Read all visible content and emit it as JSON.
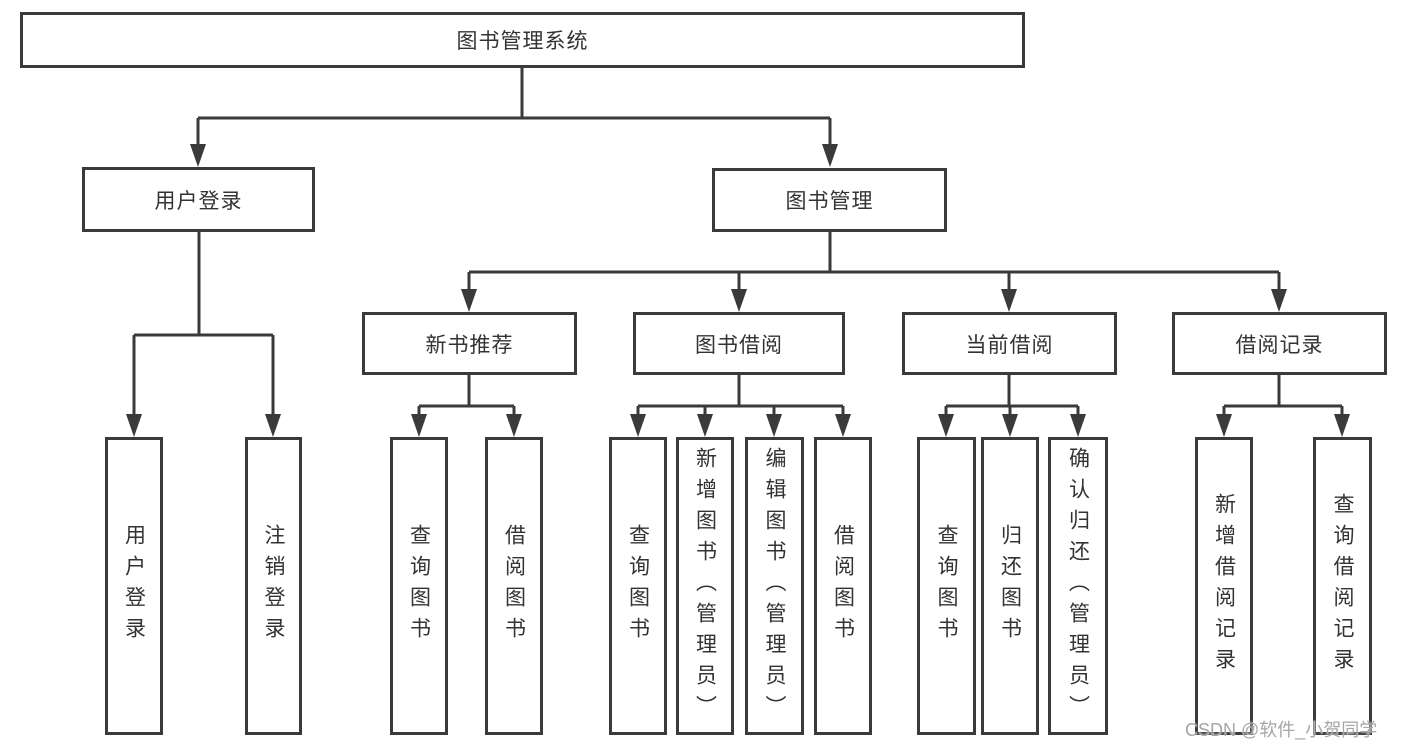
{
  "tree": {
    "root": "图书管理系统",
    "branches": [
      {
        "label": "用户登录",
        "leaves": [
          "用户登录",
          "注销登录"
        ]
      },
      {
        "label": "图书管理",
        "groups": [
          {
            "label": "新书推荐",
            "leaves": [
              "查询图书",
              "借阅图书"
            ]
          },
          {
            "label": "图书借阅",
            "leaves": [
              "查询图书",
              "新增图书（管理员）",
              "编辑图书（管理员）",
              "借阅图书"
            ]
          },
          {
            "label": "当前借阅",
            "leaves": [
              "查询图书",
              "归还图书",
              "确认归还（管理员）"
            ]
          },
          {
            "label": "借阅记录",
            "leaves": [
              "新增借阅记录",
              "查询借阅记录"
            ]
          }
        ]
      }
    ]
  },
  "watermark": "CSDN @软件_小贺同学",
  "colors": {
    "line": "#3a3a3a",
    "text": "#333333",
    "watermark": "#a6a6a6",
    "background": "#ffffff"
  }
}
